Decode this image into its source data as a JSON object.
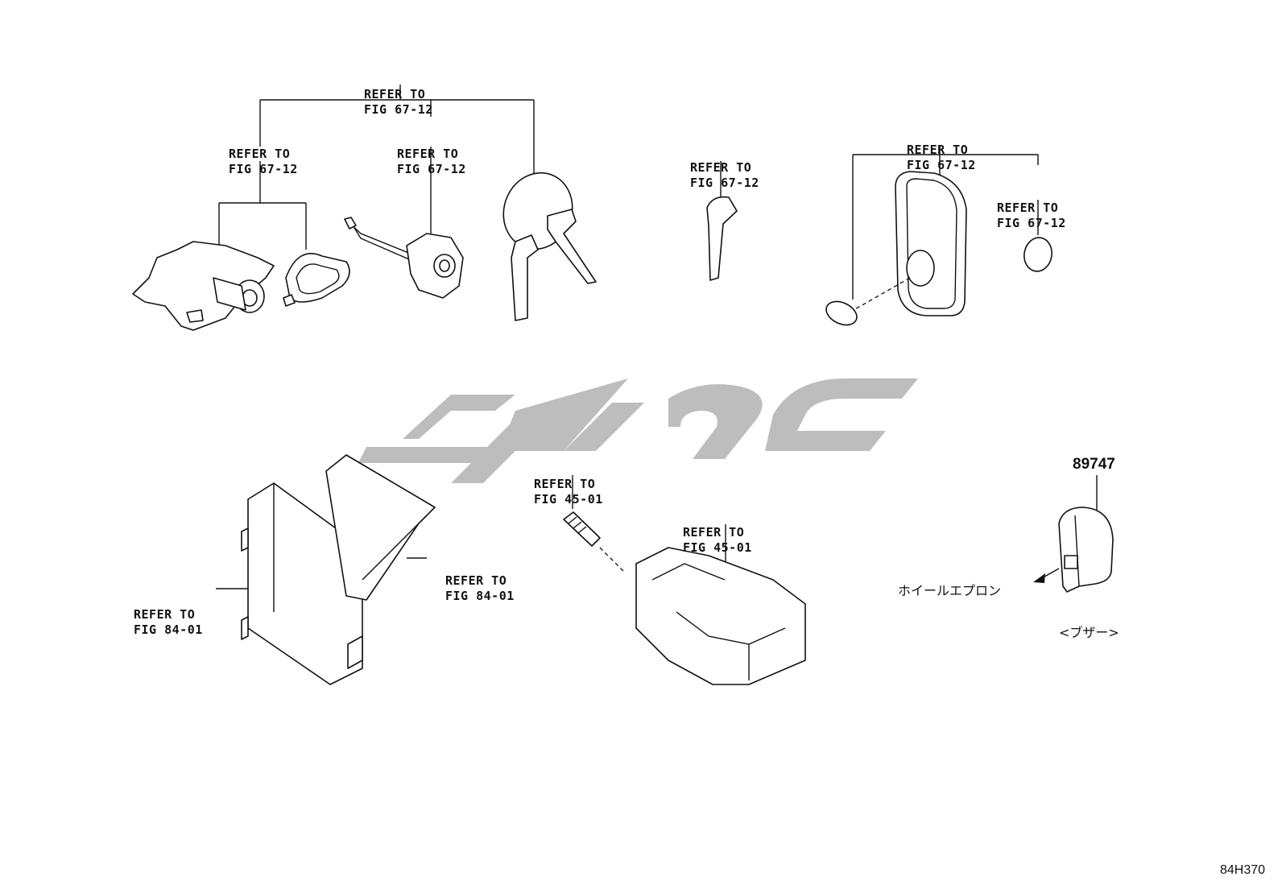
{
  "watermark_text": "",
  "callouts": {
    "keycyl_top": {
      "l1": "REFER TO",
      "l2": "FIG 67-12"
    },
    "door_lock": {
      "l1": "REFER TO",
      "l2": "FIG 67-12"
    },
    "trunk_cyl": {
      "l1": "REFER TO",
      "l2": "FIG 67-12"
    },
    "blank_key": {
      "l1": "REFER TO",
      "l2": "FIG 67-12"
    },
    "fob_case": {
      "l1": "REFER TO",
      "l2": "FIG 67-12"
    },
    "fob_battery": {
      "l1": "REFER TO",
      "l2": "FIG 67-12"
    },
    "ecu_left": {
      "l1": "REFER TO",
      "l2": "FIG 84-01"
    },
    "ecu_right": {
      "l1": "REFER TO",
      "l2": "FIG 84-01"
    },
    "bulb": {
      "l1": "REFER TO",
      "l2": "FIG 45-01"
    },
    "housing": {
      "l1": "REFER TO",
      "l2": "FIG 45-01"
    }
  },
  "buzzer": {
    "part_number": "89747",
    "direction_label": "ホイールエプロン",
    "caption": "<ブザー>"
  },
  "figure_code": "84H370",
  "colors": {
    "line": "#111111",
    "watermark": "#bdbdbd",
    "background": "#ffffff"
  }
}
